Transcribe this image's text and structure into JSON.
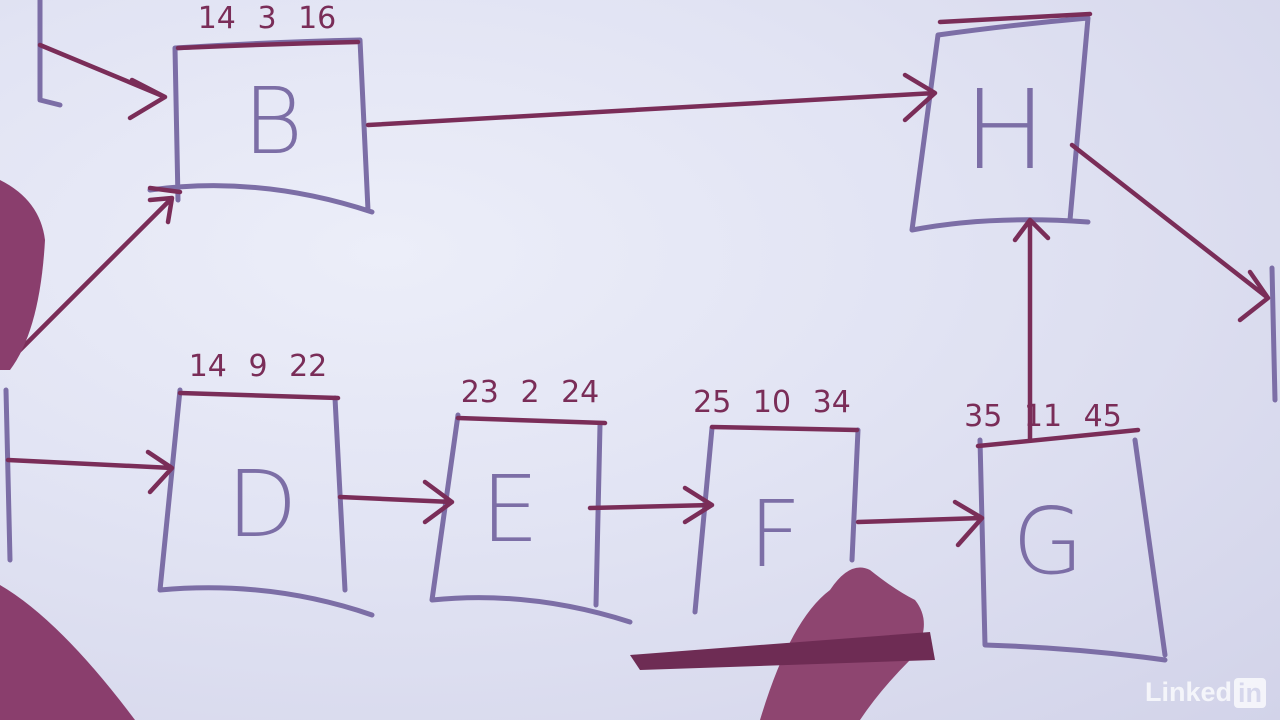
{
  "colors": {
    "board": "#dfe0f1",
    "ink_box": "#7c6ea6",
    "ink_numbers": "#7a2d58",
    "arm": "#8a3e6d"
  },
  "nodes": {
    "B": {
      "label": "B",
      "numbers": [
        "14",
        "3",
        "16"
      ]
    },
    "D": {
      "label": "D",
      "numbers": [
        "14",
        "9",
        "22"
      ]
    },
    "E": {
      "label": "E",
      "numbers": [
        "23",
        "2",
        "24"
      ]
    },
    "F": {
      "label": "F",
      "numbers": [
        "25",
        "10",
        "34"
      ]
    },
    "G": {
      "label": "G",
      "numbers": [
        "35",
        "11",
        "45"
      ]
    },
    "H": {
      "label": "H",
      "numbers": []
    }
  },
  "watermark": {
    "text": "Linked",
    "box": "in"
  }
}
